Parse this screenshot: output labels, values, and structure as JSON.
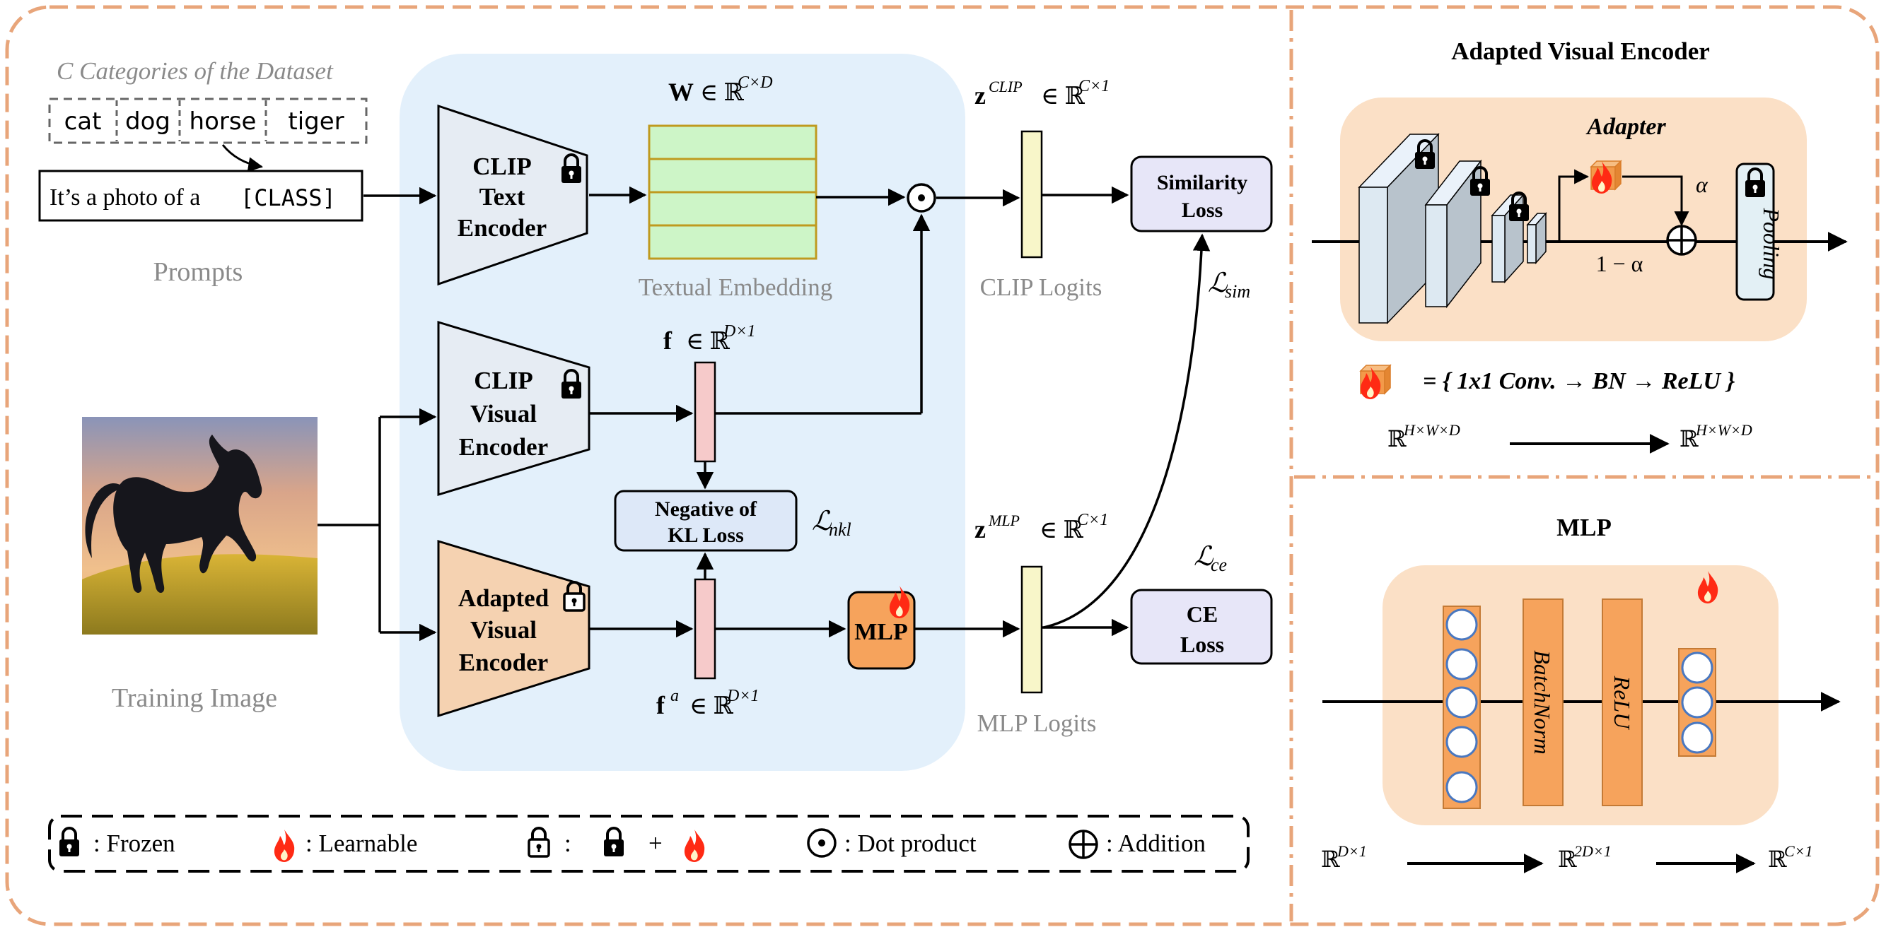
{
  "left": {
    "categories_title": "C Categories of the Dataset",
    "categories": [
      "cat",
      "dog",
      "horse",
      "tiger"
    ],
    "prompt_prefix": "It’s a photo of  a",
    "prompt_class": "[CLASS]",
    "prompts_label": "Prompts",
    "training_image_label": "Training Image"
  },
  "center": {
    "text_encoder": [
      "CLIP",
      "Text",
      "Encoder"
    ],
    "visual_encoder": [
      "CLIP",
      "Visual",
      "Encoder"
    ],
    "adapted_encoder": [
      "Adapted",
      "Visual",
      "Encoder"
    ],
    "W_label": "W",
    "W_dims": "∈ ℝ",
    "W_sup": "C×D",
    "textual_embedding_label": "Textual Embedding",
    "f_label": "f",
    "f_dims": "∈ ℝ",
    "f_sup": "D×1",
    "fa_label": "f",
    "fa_sup_letter": "a",
    "fa_dims": "∈ ℝ",
    "fa_sup": "D×1",
    "nkl_box": [
      "Negative of",
      "KL Loss"
    ],
    "nkl_loss": "ℒ",
    "nkl_sub": "nkl",
    "mlp_box": "MLP",
    "zclip_label": "z",
    "zclip_sup": "CLIP",
    "zclip_dims": "∈ ℝ",
    "zclip_dims_sup": "C×1",
    "clip_logits_label": "CLIP Logits",
    "zmlp_label": "z",
    "zmlp_sup": "MLP",
    "zmlp_dims": "∈ ℝ",
    "zmlp_dims_sup": "C×1",
    "mlp_logits_label": "MLP Logits",
    "similarity_box": [
      "Similarity",
      "Loss"
    ],
    "ce_box": [
      "CE",
      "Loss"
    ],
    "sim_loss": "ℒ",
    "sim_sub": "sim",
    "ce_loss": "ℒ",
    "ce_sub": "ce"
  },
  "legend": {
    "frozen": ": Frozen",
    "learnable": ": Learnable",
    "colon": ":",
    "plus": "+",
    "dot_product": ": Dot product",
    "addition": ": Addition"
  },
  "adapted_panel": {
    "title": "Adapted Visual Encoder",
    "adapter_label": "Adapter",
    "alpha": "α",
    "one_minus_alpha": "1 − α",
    "pooling": "Pooling",
    "equation": "= { 1x1 Conv.  → BN  → ReLU }",
    "in_dims": "ℝ",
    "in_sup": "H×W×D",
    "out_dims": "ℝ",
    "out_sup": "H×W×D"
  },
  "mlp_panel": {
    "title": "MLP",
    "batchnorm": "BatchNorm",
    "relu": "ReLU",
    "d1": "ℝ",
    "d1_sup": "D×1",
    "d2": "ℝ",
    "d2_sup": "2D×1",
    "d3": "ℝ",
    "d3_sup": "C×1"
  },
  "colors": {
    "frame": "#e8a57a",
    "encoder_region": "#e3f0fb",
    "clip_encoder": "#e6ecf3",
    "adapted_encoder": "#f5d2b1",
    "embedding_fill": "#cdf5c7",
    "embedding_border": "#bf9a1f",
    "feature_bar": "#f6caca",
    "logit_bar": "#f8f6c9",
    "loss_box": "#e7e6f8",
    "mlp_box": "#f6a35c",
    "panel_bg": "#fbe0c6",
    "flame": "#ff2a14"
  },
  "icons": [
    "lock-icon",
    "unlock-icon",
    "flame-icon",
    "dot-product-icon",
    "addition-icon",
    "horse-image"
  ]
}
